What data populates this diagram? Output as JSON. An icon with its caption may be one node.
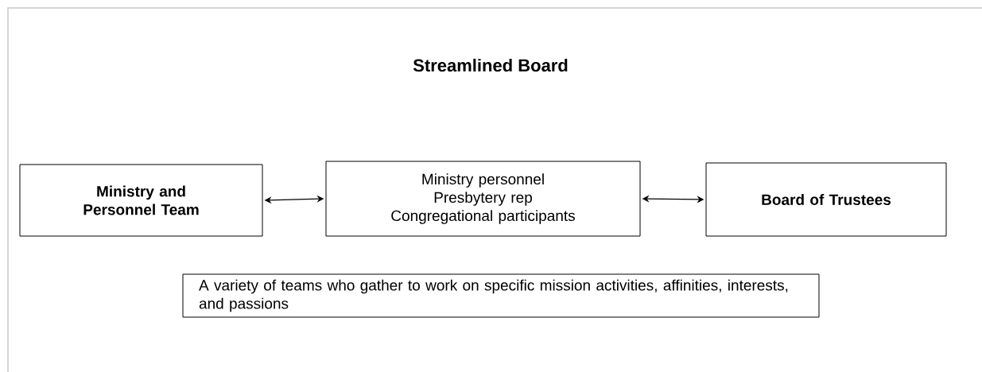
{
  "diagram": {
    "title": "Streamlined Board",
    "nodes": [
      {
        "text": [
          "Ministry and Personnel Team"
        ]
      },
      {
        "text": [
          "Ministry personnel",
          "Presbytery rep",
          "Congregational participants"
        ]
      },
      {
        "text": [
          "Board of Trustees"
        ]
      },
      {
        "text": [
          "A variety of teams who gather to work on specific mission activities, affinities, interests, and passions"
        ]
      }
    ],
    "edges": [
      {
        "from": 0,
        "to": 1,
        "arrow": "both"
      },
      {
        "from": 1,
        "to": 2,
        "arrow": "both"
      }
    ]
  }
}
